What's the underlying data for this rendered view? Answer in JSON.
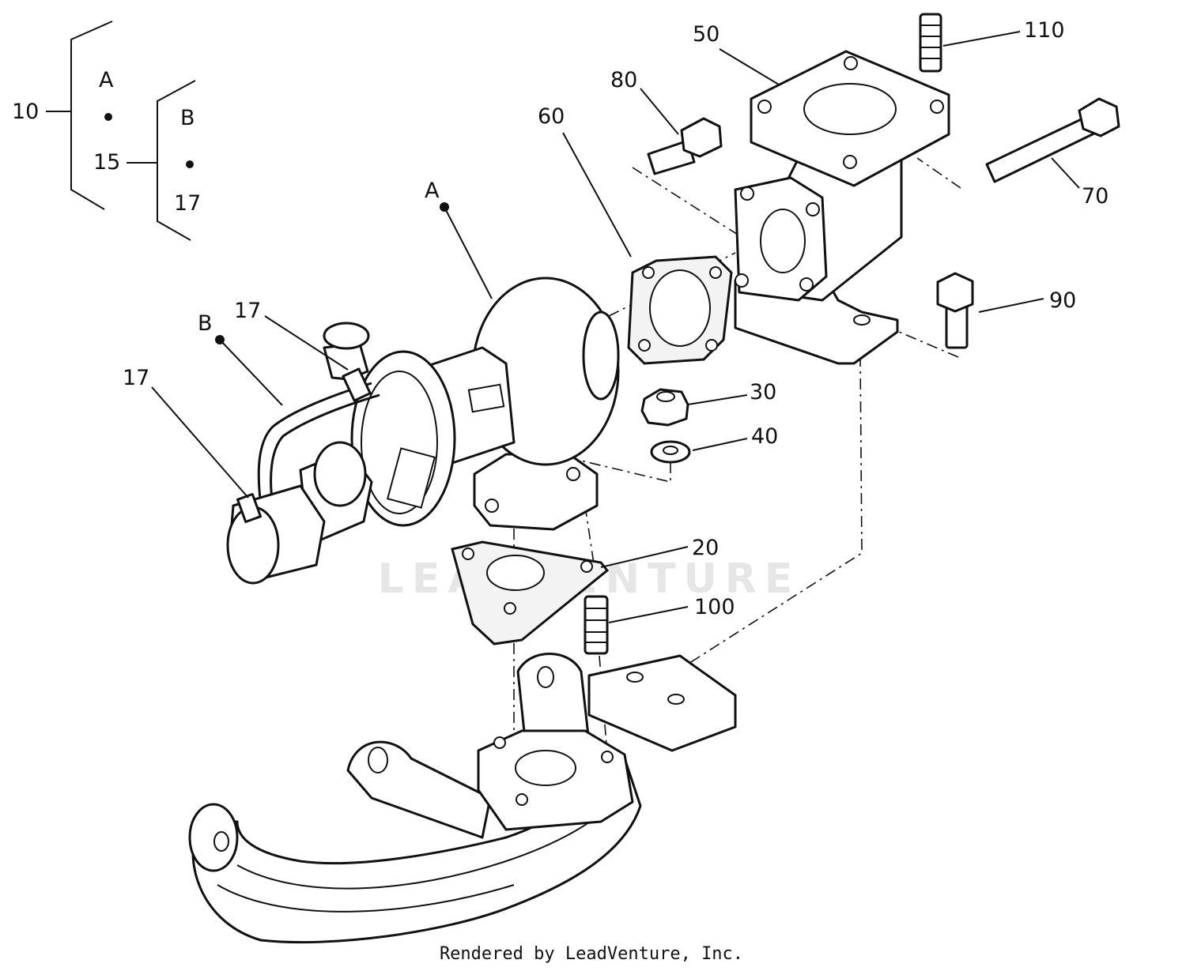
{
  "legend": {
    "group_number": "10",
    "sub_group_number": "15",
    "marker_a": "A",
    "marker_b": "B",
    "item_17": "17"
  },
  "callouts": {
    "marker_a": "A",
    "marker_b": "B",
    "clamp_upper": "17",
    "clamp_lower": "17",
    "flange_50": "50",
    "stud_110": "110",
    "bolt_80": "80",
    "gasket_60": "60",
    "bolt_70": "70",
    "bolt_90": "90",
    "nut_30": "30",
    "washer_40": "40",
    "gasket_20": "20",
    "stud_100": "100"
  },
  "watermark": "LEADVENTURE",
  "credit": "Rendered by LeadVenture, Inc."
}
